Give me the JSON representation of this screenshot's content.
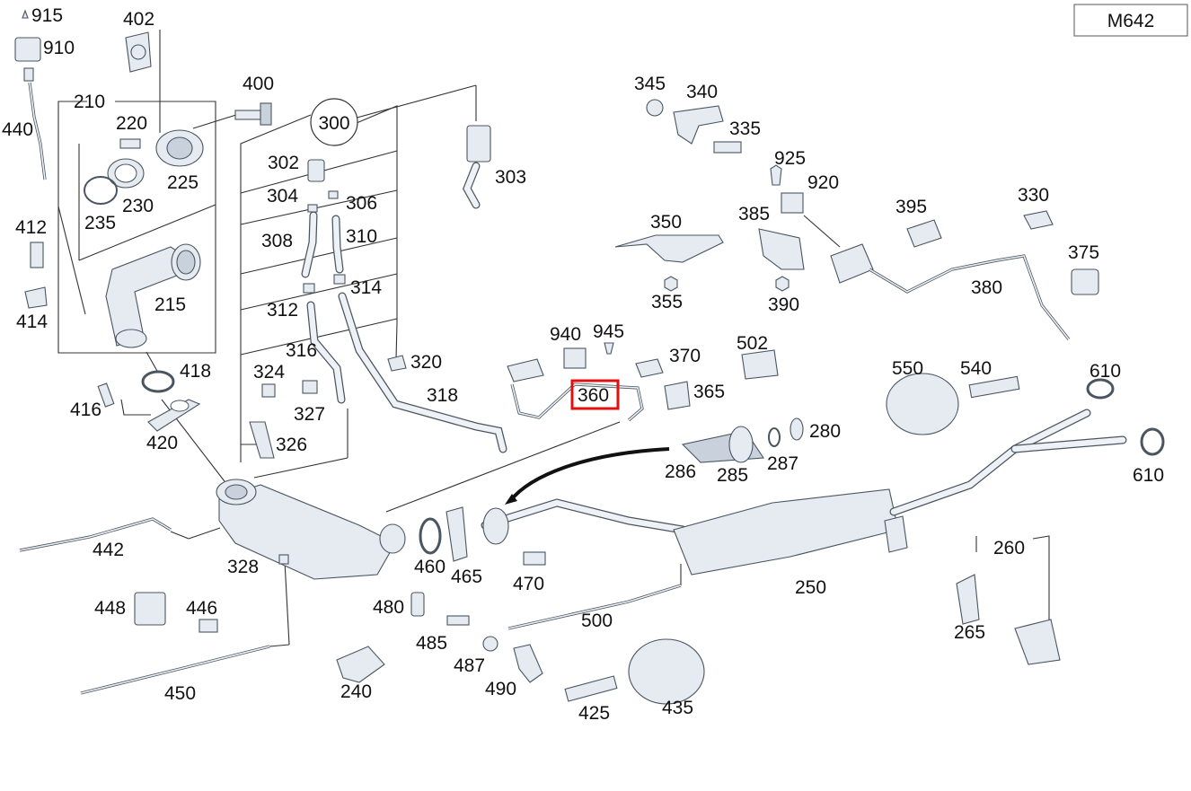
{
  "model": "M642",
  "highlighted_part": "360",
  "colors": {
    "highlight": "#e01010",
    "part_fill": "#e6ebf1",
    "outline": "#4a5560"
  },
  "labels": {
    "915": "915",
    "910": "910",
    "402": "402",
    "440": "440",
    "210": "210",
    "220": "220",
    "400": "400",
    "300": "300",
    "302": "302",
    "303": "303",
    "304": "304",
    "306": "306",
    "225": "225",
    "230": "230",
    "235": "235",
    "308": "308",
    "310": "310",
    "412": "412",
    "414": "414",
    "215": "215",
    "312": "312",
    "314": "314",
    "316": "316",
    "320": "320",
    "324": "324",
    "327": "327",
    "418": "418",
    "416": "416",
    "420": "420",
    "318": "318",
    "326": "326",
    "442": "442",
    "328": "328",
    "448": "448",
    "446": "446",
    "450": "450",
    "345": "345",
    "340": "340",
    "335": "335",
    "925": "925",
    "920": "920",
    "350": "350",
    "385": "385",
    "395": "395",
    "330": "330",
    "375": "375",
    "355": "355",
    "390": "390",
    "380": "380",
    "940": "940",
    "945": "945",
    "370": "370",
    "502": "502",
    "360": "360",
    "365": "365",
    "550": "550",
    "540": "540",
    "610a": "610",
    "610b": "610",
    "280": "280",
    "286": "286",
    "285": "285",
    "287": "287",
    "460": "460",
    "465": "465",
    "470": "470",
    "480": "480",
    "500": "500",
    "250": "250",
    "260": "260",
    "265": "265",
    "485": "485",
    "487": "487",
    "490": "490",
    "240": "240",
    "425": "425",
    "435": "435"
  }
}
